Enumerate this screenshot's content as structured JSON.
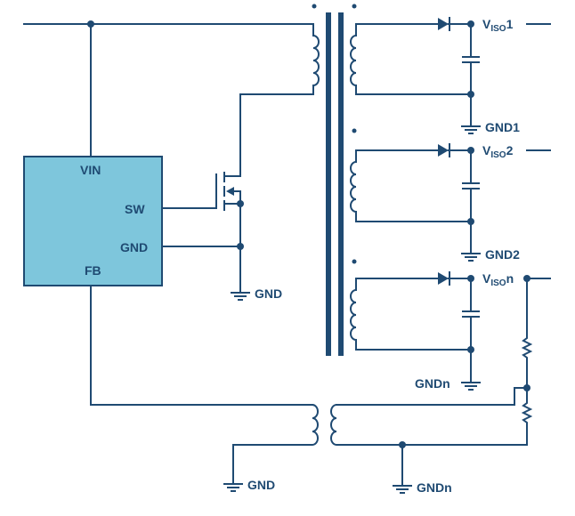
{
  "diagram": {
    "title": "Multi-output isolated flyback converter with transformer-coupled feedback",
    "colors": {
      "wire": "#1f4a72",
      "ic_fill": "#7ec6dc",
      "background": "#ffffff"
    },
    "controller_ic": {
      "pins": {
        "vin": "VIN",
        "sw": "SW",
        "gnd": "GND",
        "fb": "FB"
      }
    },
    "primary_ground_label": "GND",
    "outputs": [
      {
        "v_main": "V",
        "v_sub": "ISO",
        "v_suffix": "1",
        "ground": "GND1"
      },
      {
        "v_main": "V",
        "v_sub": "ISO",
        "v_suffix": "2",
        "ground": "GND2"
      },
      {
        "v_main": "V",
        "v_sub": "ISO",
        "v_suffix": "n",
        "ground": "GNDn"
      }
    ],
    "feedback_transformer": {
      "primary_ground": "GND",
      "secondary_ground": "GNDn"
    }
  }
}
